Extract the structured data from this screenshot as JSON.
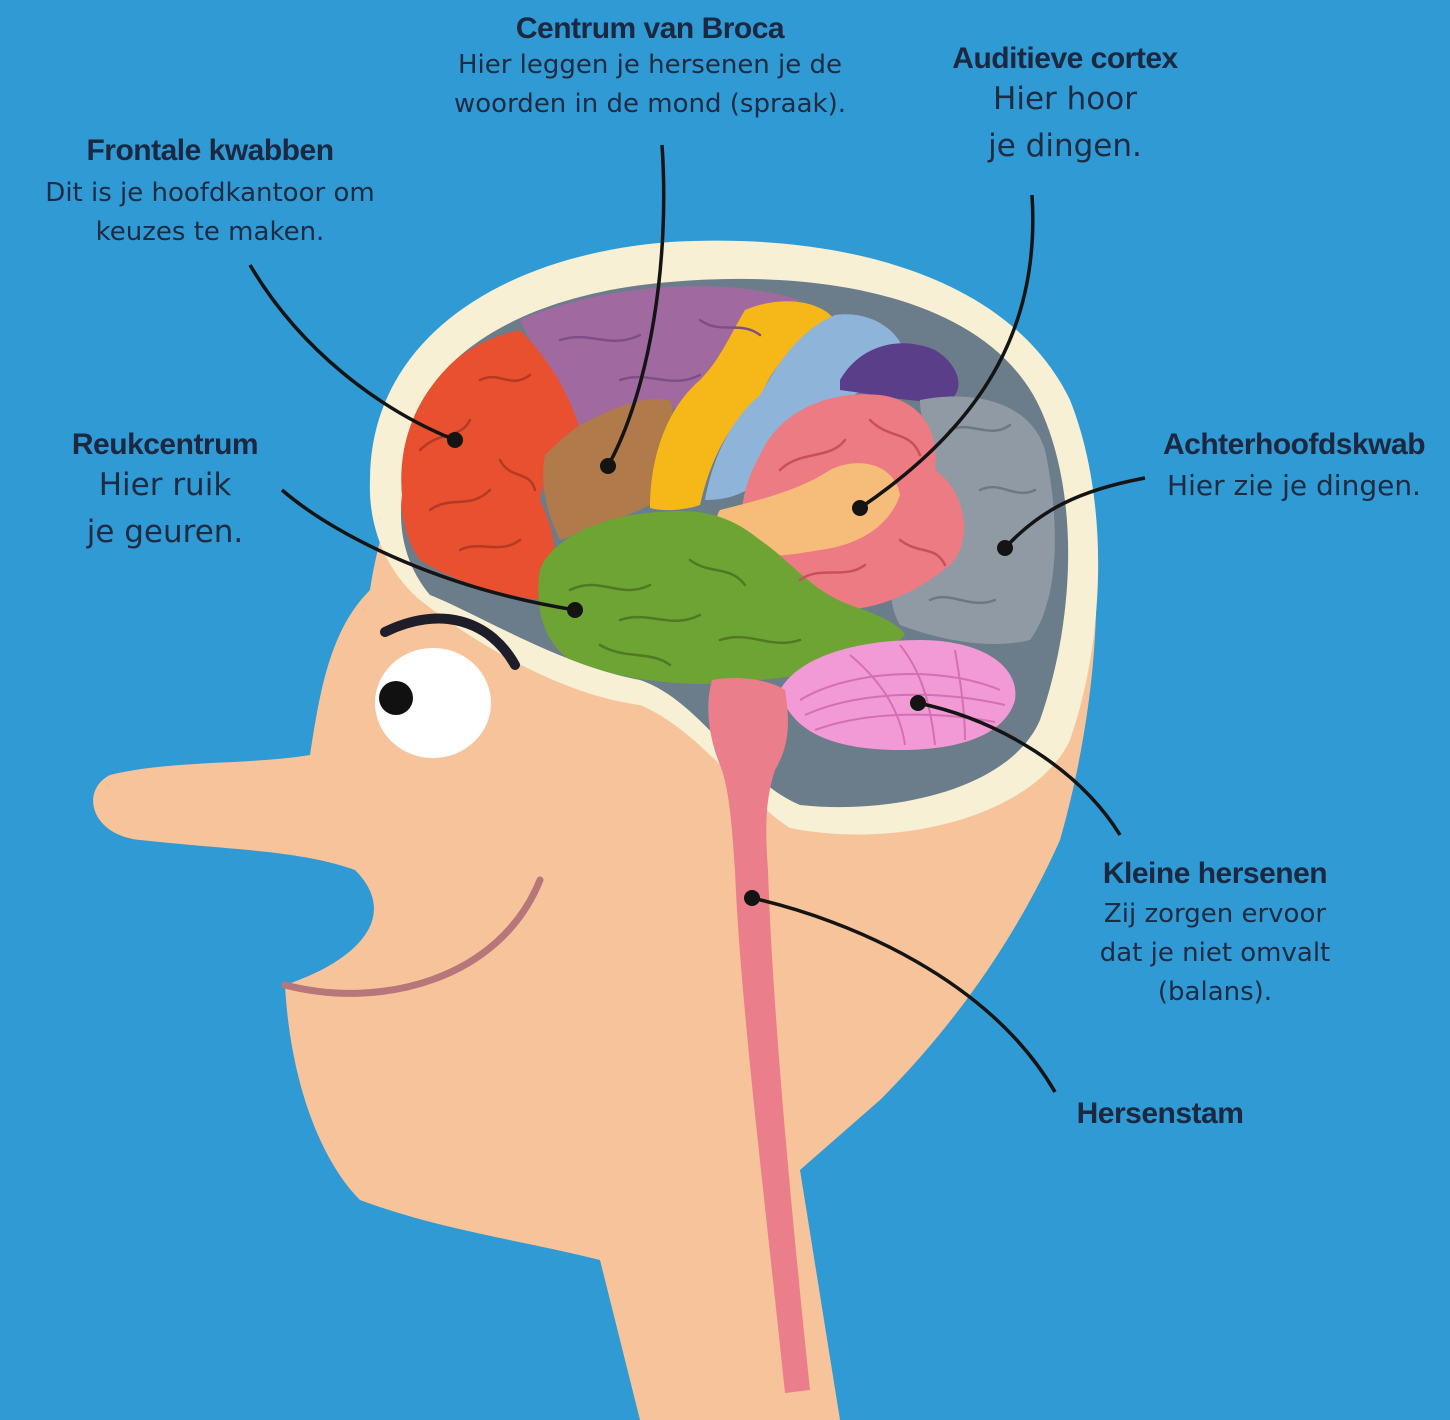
{
  "labels": {
    "broca": {
      "title": "Centrum van Broca",
      "lines": [
        "Hier leggen je hersenen je de",
        "woorden in de mond (spraak)."
      ]
    },
    "auditory": {
      "title": "Auditieve cortex",
      "lines": [
        "Hier hoor",
        "je dingen."
      ]
    },
    "frontal": {
      "title": "Frontale kwabben",
      "lines": [
        "Dit is je hoofdkantoor om",
        "keuzes te maken."
      ]
    },
    "smell": {
      "title": "Reukcentrum",
      "lines": [
        "Hier ruik",
        "je geuren."
      ]
    },
    "occipital": {
      "title": "Achterhoofdskwab",
      "lines": [
        "Hier zie je dingen."
      ]
    },
    "cerebellum": {
      "title": "Kleine hersenen",
      "lines": [
        "Zij zorgen ervoor",
        "dat je niet omvalt",
        "(balans)."
      ]
    },
    "brainstem": {
      "title": "Hersenstam",
      "lines": []
    }
  },
  "colors": {
    "background": "#2f9ad3",
    "skin": "#f7c39a",
    "skull": "#f7f0d4",
    "brain_cavity": "#6b7d8a",
    "frontal": "#e8502f",
    "purple_top": "#a06aa0",
    "broca": "#b07a4a",
    "yellow": "#f6b818",
    "blue": "#8eb4da",
    "dark_purple": "#5a3e8a",
    "pink": "#ec7b83",
    "auditory": "#f6bd7a",
    "occipital": "#8f9aa4",
    "temporal": "#6ea434",
    "cerebellum": "#f19ad6",
    "brainstem": "#ea7e8a"
  }
}
